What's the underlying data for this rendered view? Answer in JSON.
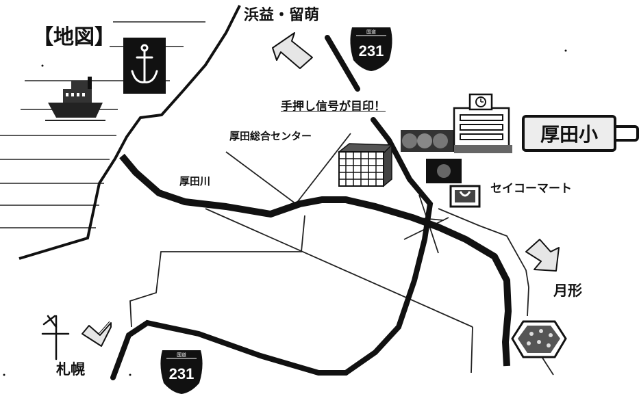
{
  "map": {
    "title": "【地図】",
    "labels": {
      "hamamasu_rumoi": "浜益・留萌",
      "signal": "手押し信号が目印！",
      "center": "厚田総合センター",
      "river": "厚田川",
      "seicomart": "セイコーマート",
      "tsukigata": "月形",
      "sapporo": "札幌",
      "school": "厚田小"
    },
    "route_shields": [
      {
        "route": "231",
        "header": "国道"
      },
      {
        "route": "231",
        "header": "国道"
      }
    ],
    "north_symbol": "north-arrow-icon",
    "colors": {
      "ink": "#111111",
      "fill": "#ffffff",
      "shade": "#e6e6e6"
    }
  }
}
